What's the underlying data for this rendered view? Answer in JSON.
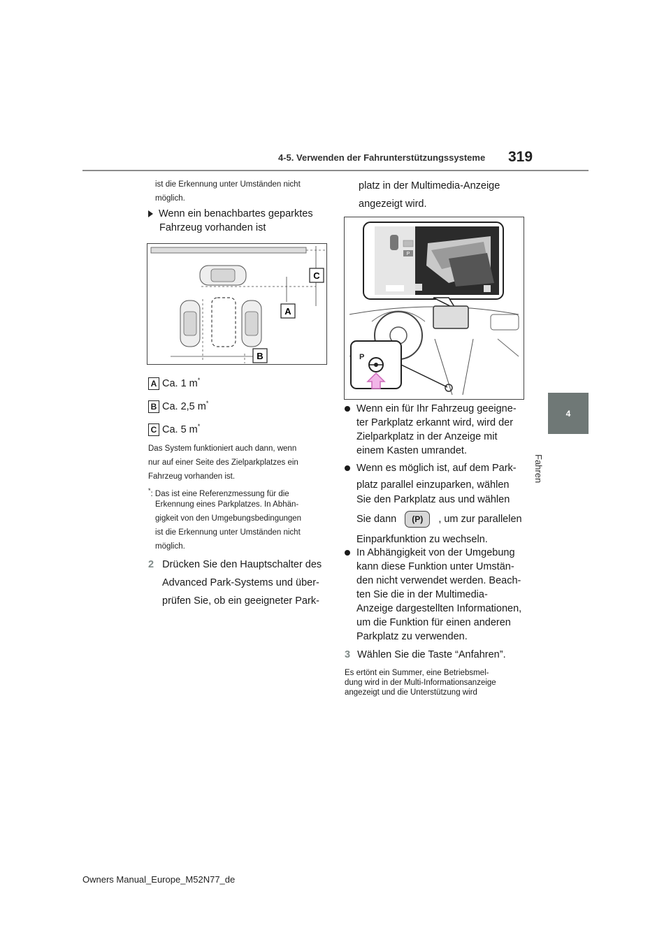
{
  "header": {
    "section_title": "4-5. Verwenden der Fahrunterstützungssysteme",
    "page_number": "319"
  },
  "side_tab": {
    "number": "4",
    "label": "Fahren"
  },
  "left": {
    "intro_line1": "ist die Erkennung unter Umständen nicht",
    "intro_line2": "möglich.",
    "subhead_line1": "Wenn ein benachbartes geparktes",
    "subhead_line2": "Fahrzeug vorhanden ist",
    "fig_labels": {
      "a": "A",
      "b": "B",
      "c": "C"
    },
    "legend": [
      {
        "key": "A",
        "text": "Ca. 1 m",
        "mark": "*"
      },
      {
        "key": "B",
        "text": "Ca. 2,5 m",
        "mark": "*"
      },
      {
        "key": "C",
        "text": "Ca. 5 m",
        "mark": "*"
      }
    ],
    "note_line1": "Das System funktioniert auch dann, wenn",
    "note_line2": "nur auf einer Seite des Zielparkplatzes ein",
    "note_line3": "Fahrzeug vorhanden ist.",
    "footnote_mark": "*",
    "footnote_line1": ":  Das ist eine Referenzmessung für die",
    "footnote_line2": "Erkennung eines Parkplatzes. In Abhän-",
    "footnote_line3": "gigkeit von den Umgebungsbedingungen",
    "footnote_line4": "ist die Erkennung unter Umständen nicht",
    "footnote_line5": "möglich.",
    "step2_num": "2",
    "step2_line1": "Drücken Sie den Hauptschalter des",
    "step2_line2": "Advanced Park-Systems und über-",
    "step2_line3": "prüfen Sie, ob ein geeigneter Park-"
  },
  "right": {
    "cont_line1": "platz in der Multimedia-Anzeige",
    "cont_line2": "angezeigt wird.",
    "screen_p": "P",
    "button_p": "P",
    "b1_line1": "Wenn ein für Ihr Fahrzeug geeigne-",
    "b1_line2": "ter Parkplatz erkannt wird, wird der",
    "b1_line3": "Zielparkplatz in der Anzeige mit",
    "b1_line4": "einem Kasten umrandet.",
    "b2_line1": "Wenn es möglich ist, auf dem Park-",
    "b2_line2": "platz parallel einzuparken, wählen",
    "b2_line3": "Sie den Parkplatz aus und wählen",
    "b2_line4a": "Sie dann",
    "b2_icon": "(P)",
    "b2_line4b": ", um zur parallelen",
    "b2_line5": "Einparkfunktion zu wechseln.",
    "b3_line1": "In Abhängigkeit von der Umgebung",
    "b3_line2": "kann diese Funktion unter Umstän-",
    "b3_line3": "den nicht verwendet werden. Beach-",
    "b3_line4": "ten Sie die in der Multimedia-",
    "b3_line5": "Anzeige dargestellten Informationen,",
    "b3_line6": "um die Funktion für einen anderen",
    "b3_line7": "Parkplatz zu verwenden.",
    "step3_num": "3",
    "step3_text": "Wählen Sie die Taste “Anfahren”.",
    "note_line1": "Es ertönt ein Summer, eine Betriebsmel-",
    "note_line2": "dung wird in der Multi-Informationsanzeige",
    "note_line3": "angezeigt und die Unterstützung wird"
  },
  "footer": {
    "text": "Owners Manual_Europe_M52N77_de"
  }
}
